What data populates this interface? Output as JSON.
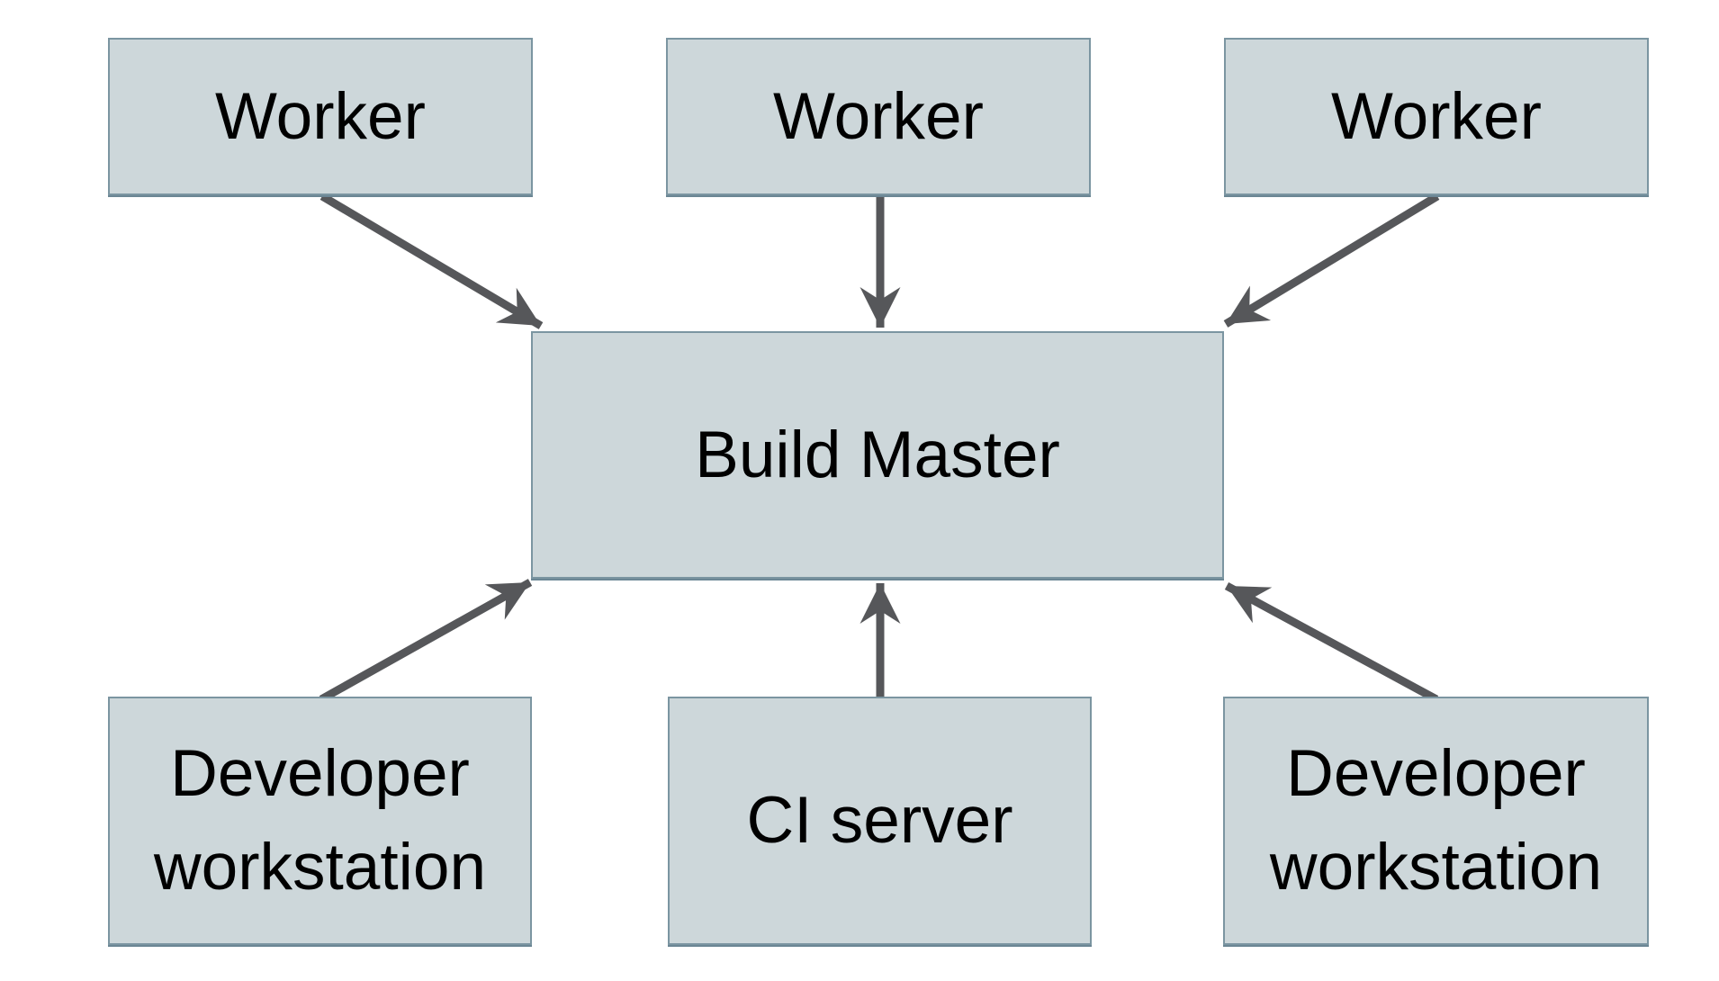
{
  "diagram": {
    "type": "architecture",
    "background": "#ffffff",
    "nodes": {
      "worker_1": {
        "label": "Worker"
      },
      "worker_2": {
        "label": "Worker"
      },
      "worker_3": {
        "label": "Worker"
      },
      "build_master": {
        "label": "Build Master"
      },
      "developer_workstation_left": {
        "label": "Developer workstation"
      },
      "ci_server": {
        "label": "CI server"
      },
      "developer_workstation_right": {
        "label": "Developer workstation"
      }
    },
    "edges": [
      {
        "from": "worker_1",
        "to": "build_master",
        "direction": "down-right"
      },
      {
        "from": "worker_2",
        "to": "build_master",
        "direction": "down"
      },
      {
        "from": "worker_3",
        "to": "build_master",
        "direction": "down-left"
      },
      {
        "from": "developer_workstation_left",
        "to": "build_master",
        "direction": "up-right"
      },
      {
        "from": "ci_server",
        "to": "build_master",
        "direction": "up"
      },
      {
        "from": "developer_workstation_right",
        "to": "build_master",
        "direction": "up-left"
      }
    ],
    "colors": {
      "node_fill": "#cdd7da",
      "node_border": "#7b95a1",
      "node_border_bottom": "#6b8694",
      "arrow": "#56575a",
      "text": "#000000"
    }
  }
}
